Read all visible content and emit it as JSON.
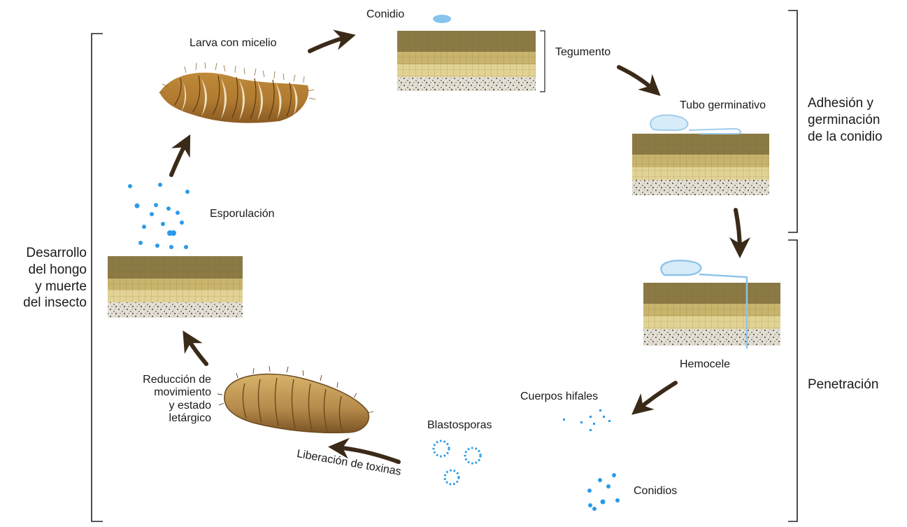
{
  "stages": {
    "conidio": "Conidio",
    "tegumento": "Tegumento",
    "tubo_germinativo": "Tubo germinativo",
    "hemocele": "Hemocele",
    "cuerpos_hifales": "Cuerpos hifales",
    "blastosporas": "Blastosporas",
    "conidios": "Conidios",
    "liberacion_toxinas": "Liberación de toxinas",
    "reduccion_movimiento": [
      "Reducción de",
      "movimiento",
      "y estado",
      "letárgico"
    ],
    "esporulacion": "Esporulación",
    "larva_micelio": "Larva con micelio"
  },
  "phases": {
    "adhesion": [
      "Adhesión y",
      "germinación",
      "de la conidio"
    ],
    "penetracion": "Penetración",
    "desarrollo": [
      "Desarrollo",
      "del hongo",
      "y muerte",
      "del insecto"
    ]
  },
  "colors": {
    "arrow": "#3a2a18",
    "spore": "#2b9be8",
    "tube": "#a9d2ee",
    "cuticle_top": "#8c7a45",
    "cuticle_mid": "#c8b46c",
    "cuticle_low": "#e2d394",
    "base": "#d8d2c4",
    "larva_light": "#c79a4c",
    "larva_dark": "#8a5a22"
  }
}
